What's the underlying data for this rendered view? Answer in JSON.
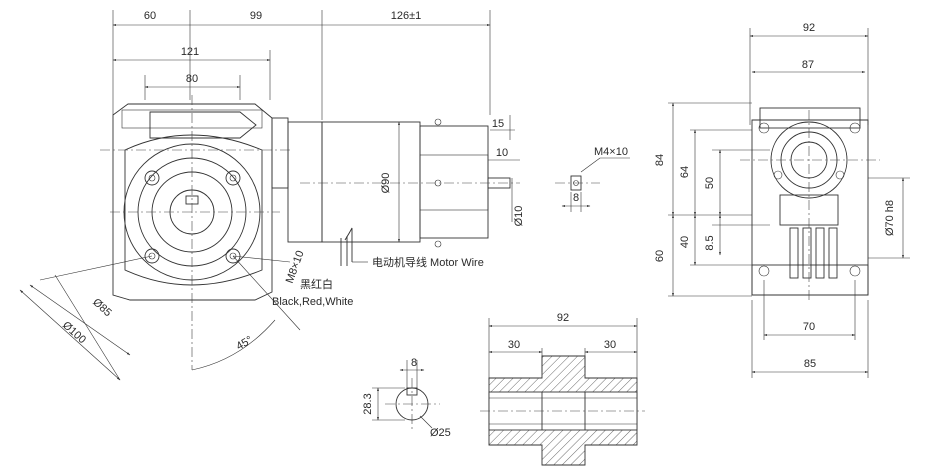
{
  "front_view": {
    "dims_top": [
      "60",
      "99",
      "126±1"
    ],
    "dim_121": "121",
    "dim_80": "80",
    "dim_15": "15",
    "dim_10a": "10",
    "dim_phi90": "Ø90",
    "dim_phi10": "Ø10",
    "dim_phi85": "Ø85",
    "dim_phi100": "Ø100",
    "dim_m8": "M8×10",
    "dim_45": "45°",
    "wire_label": "电动机导线 Motor Wire",
    "wire_colors_cn": "黑红白",
    "wire_colors_en": "Black,Red,White"
  },
  "key_detail": {
    "dim_m4": "M4×10",
    "dim_8": "8"
  },
  "shaft_detail": {
    "dim_8": "8",
    "dim_28_3": "28.3",
    "dim_phi25": "Ø25"
  },
  "hollow_shaft": {
    "dim_92": "92",
    "dim_30_left": "30",
    "dim_30_right": "30"
  },
  "side_view": {
    "dim_92": "92",
    "dim_87": "87",
    "dim_84": "84",
    "dim_60": "60",
    "dim_64": "64",
    "dim_50": "50",
    "dim_40": "40",
    "dim_8_5": "8.5",
    "dim_phi70": "Ø70 h8",
    "dim_70": "70",
    "dim_85": "85"
  }
}
